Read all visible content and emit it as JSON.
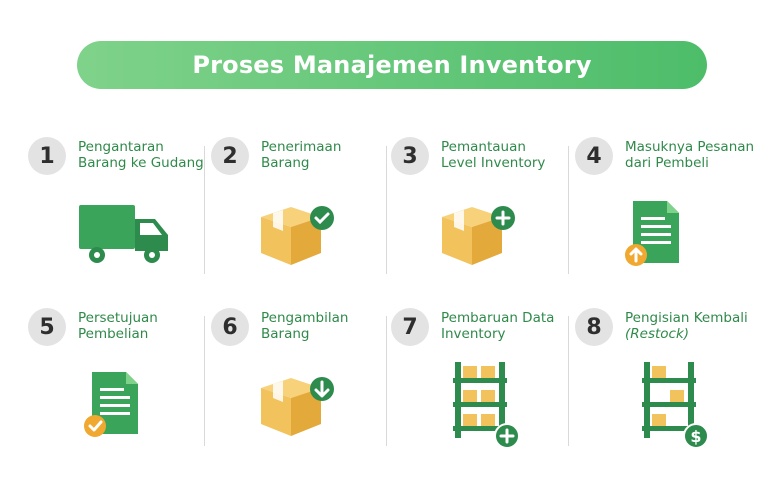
{
  "title": "Proses Manajemen Inventory",
  "steps": [
    {
      "number": "1",
      "lines": [
        "Pengantaran",
        "Barang ke Gudang"
      ],
      "icon": "truck-icon"
    },
    {
      "number": "2",
      "lines": [
        "Penerimaan",
        "Barang"
      ],
      "icon": "box-check-icon"
    },
    {
      "number": "3",
      "lines": [
        "Pemantauan",
        "Level Inventory"
      ],
      "icon": "box-plus-icon"
    },
    {
      "number": "4",
      "lines": [
        "Masuknya Pesanan",
        "dari Pembeli"
      ],
      "icon": "document-upload-icon"
    },
    {
      "number": "5",
      "lines": [
        "Persetujuan",
        "Pembelian"
      ],
      "icon": "document-approved-icon"
    },
    {
      "number": "6",
      "lines": [
        "Pengambilan",
        "Barang"
      ],
      "icon": "box-download-icon"
    },
    {
      "number": "7",
      "lines": [
        "Pembaruan Data",
        "Inventory"
      ],
      "icon": "shelf-plus-icon"
    },
    {
      "number": "8",
      "lines": [
        "Pengisian Kembali",
        "(Restock)"
      ],
      "icon": "shelf-dollar-icon"
    }
  ],
  "colors": {
    "green_dark": "#2e8b4e",
    "green_mid": "#3aa55a",
    "green_light": "#7fd28a",
    "box_yellow": "#f2c25c",
    "box_shade": "#e3a93b",
    "circle_grey": "#e3e3e3",
    "badge_orange": "#f0a830"
  }
}
